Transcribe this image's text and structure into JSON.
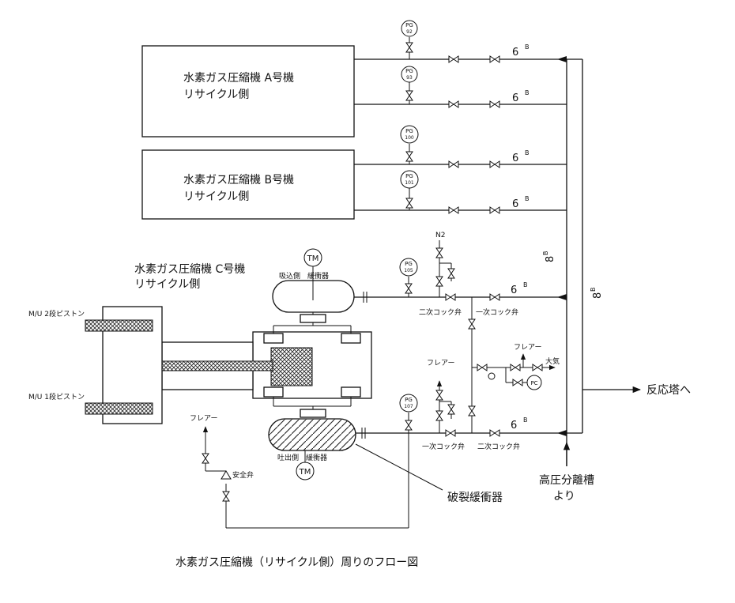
{
  "title": "水素ガス圧縮機（リサイクル側）周りのフロー図",
  "compressors": {
    "a": {
      "line1": "水素ガス圧縮機  A号機",
      "line2": "リサイクル側"
    },
    "b": {
      "line1": "水素ガス圧縮機  B号機",
      "line2": "リサイクル側"
    },
    "c": {
      "line1": "水素ガス圧縮機  C号機",
      "line2": "リサイクル側"
    }
  },
  "gauges": {
    "pg_a1": [
      "PG",
      "92"
    ],
    "pg_a2": [
      "PG",
      "93"
    ],
    "pg_b1": [
      "PG",
      "100"
    ],
    "pg_b2": [
      "PG",
      "101"
    ],
    "pg_c1": [
      "PG",
      "105"
    ],
    "pg_c2": [
      "PG",
      "107"
    ],
    "pc": "PC",
    "tm_top": "TM",
    "tm_bottom": "TM"
  },
  "pipe_size": {
    "six": "6",
    "eight": "8",
    "sup": "B"
  },
  "labels": {
    "n2": "N2",
    "suction_vessel": "吸込側　緩衝器",
    "discharge_vessel": "吐出側　緩衝器",
    "secondary_cock_valve": "二次コック弁",
    "primary_cock_valve": "一次コック弁",
    "flare": "フレアー",
    "atmosphere": "大気",
    "safety_valve": "安全弁",
    "to_reactor": "反応塔へ",
    "from_hp_separator_1": "高圧分離槽",
    "from_hp_separator_2": "より",
    "rupture_buffer": "破裂緩衝器",
    "piston_stage2": "M/U 2段ピストン",
    "piston_stage1": "M/U 1段ピストン"
  },
  "colors": {
    "line": "#111111",
    "background": "#ffffff"
  }
}
